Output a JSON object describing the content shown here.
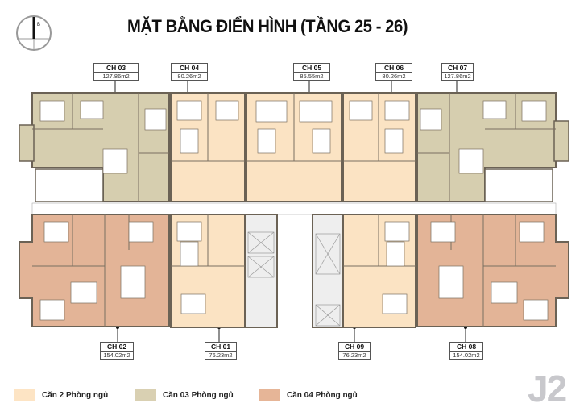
{
  "header": {
    "title": "MẶT BẰNG ĐIỂN HÌNH (TẦNG 25 - 26)",
    "compass_label": "B"
  },
  "units": [
    {
      "code": "CH 03",
      "area": "127.86m2",
      "type": "3br"
    },
    {
      "code": "CH 04",
      "area": "80.26m2",
      "type": "2br"
    },
    {
      "code": "CH 05",
      "area": "85.55m2",
      "type": "2br"
    },
    {
      "code": "CH 06",
      "area": "80.26m2",
      "type": "2br"
    },
    {
      "code": "CH 07",
      "area": "127.86m2",
      "type": "3br"
    },
    {
      "code": "CH 02",
      "area": "154.02m2",
      "type": "4br"
    },
    {
      "code": "CH 01",
      "area": "76.23m2",
      "type": "2br"
    },
    {
      "code": "CH 09",
      "area": "76.23m2",
      "type": "2br"
    },
    {
      "code": "CH 08",
      "area": "154.02m2",
      "type": "4br"
    }
  ],
  "legend": [
    {
      "label": "Căn 2 Phòng ngủ",
      "color": "#fde4c4"
    },
    {
      "label": "Căn 03 Phòng ngủ",
      "color": "#d9d0b2"
    },
    {
      "label": "Căn 04 Phòng ngủ",
      "color": "#e6b597"
    }
  ],
  "colors": {
    "two_bed": "#fbe3c3",
    "three_bed": "#d6ceaf",
    "four_bed": "#e3b497",
    "wall": "#6b6255",
    "core": "#eeeeee"
  },
  "building_badge": "J2"
}
